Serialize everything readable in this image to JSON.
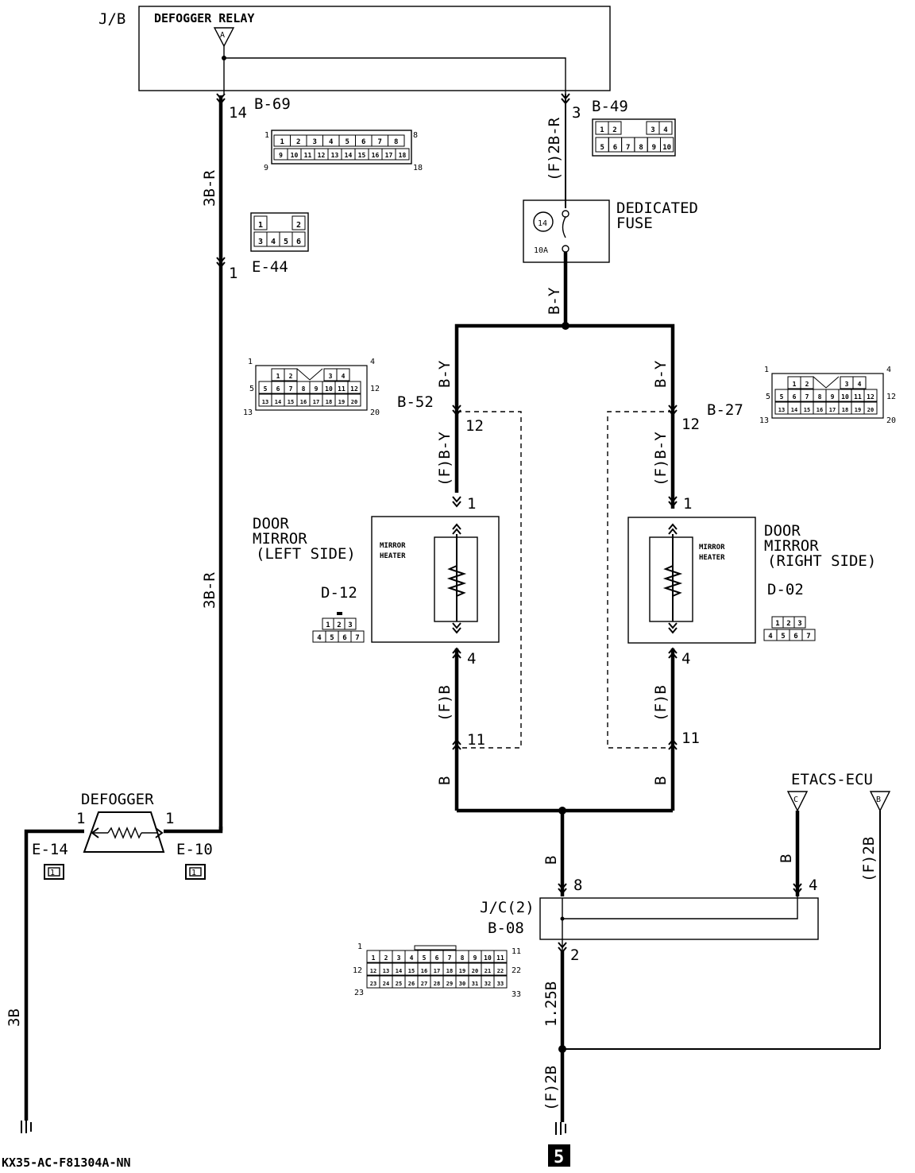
{
  "jb": {
    "label": "J/B",
    "relay": "DEFOGGER RELAY",
    "terminal": "A"
  },
  "b69": {
    "id": "B-69",
    "pin": "14",
    "pins_top": [
      "1",
      "2",
      "3",
      "4",
      "5",
      "6",
      "7",
      "8"
    ],
    "pins_bottom": [
      "9",
      "10",
      "11",
      "12",
      "13",
      "14",
      "15",
      "16",
      "17",
      "18"
    ],
    "corner": [
      "1",
      "8",
      "9",
      "18"
    ]
  },
  "b49": {
    "id": "B-49",
    "pin": "3",
    "pins_top": [
      "1",
      "2",
      "3",
      "4"
    ],
    "pins_bottom": [
      "5",
      "6",
      "7",
      "8",
      "9",
      "10"
    ]
  },
  "e44": {
    "id": "E-44",
    "pin": "1",
    "pins_top": [
      "1",
      "2"
    ],
    "pins_bottom": [
      "3",
      "4",
      "5",
      "6"
    ]
  },
  "fuse": {
    "title_line1": "DEDICATED",
    "title_line2": "FUSE",
    "number": "14",
    "rating": "10A"
  },
  "wires": {
    "w3br_a": "3B-R",
    "w3br_b": "3B-R",
    "f2br": "(F)2B-R",
    "by_main": "B-Y",
    "by_left": "B-Y",
    "by_right": "B-Y",
    "fby_left": "(F)B-Y",
    "fby_right": "(F)B-Y",
    "fb_left": "(F)B",
    "fb_right": "(F)B",
    "b_left": "B",
    "b_right": "B",
    "b_main": "B",
    "b_etacs": "B",
    "f2b_etacs": "(F)2B",
    "w125b": "1.25B",
    "f2b_ground": "(F)2B",
    "w3b": "3B"
  },
  "b52": {
    "id": "B-52",
    "pin_top": "12",
    "pin_bottom": "11"
  },
  "b27": {
    "id": "B-27",
    "pin_top": "12",
    "pin_bottom": "11"
  },
  "conn20": {
    "row1": [
      "1",
      "2",
      "3",
      "4"
    ],
    "row2": [
      "5",
      "6",
      "7",
      "8",
      "9",
      "10",
      "11",
      "12"
    ],
    "row3": [
      "13",
      "14",
      "15",
      "16",
      "17",
      "18",
      "19",
      "20"
    ],
    "corner": [
      "1",
      "4",
      "5",
      "12",
      "13",
      "20"
    ]
  },
  "mirror_left": {
    "line1": "DOOR",
    "line2": "MIRROR",
    "line3": "(LEFT SIDE)",
    "heater1": "MIRROR",
    "heater2": "HEATER",
    "id": "D-12",
    "pin_in": "1",
    "pin_out": "4"
  },
  "mirror_right": {
    "line1": "DOOR",
    "line2": "MIRROR",
    "line3": "(RIGHT SIDE)",
    "heater1": "MIRROR",
    "heater2": "HEATER",
    "id": "D-02",
    "pin_in": "1",
    "pin_out": "4"
  },
  "conn7": {
    "row1": [
      "1",
      "2",
      "3"
    ],
    "row2": [
      "4",
      "5",
      "6",
      "7"
    ]
  },
  "defogger": {
    "label": "DEFOGGER",
    "pin_left": "1",
    "pin_right": "1",
    "conn_left": "E-14",
    "conn_right": "E-10",
    "conn_pins": "1"
  },
  "etacs": {
    "label": "ETACS-ECU",
    "term_c": "C",
    "term_b": "B",
    "pin": "4"
  },
  "jc": {
    "label": "J/C(2)",
    "id": "B-08",
    "pin_in": "8",
    "pin_out": "2"
  },
  "conn33": {
    "row1": [
      "1",
      "2",
      "3",
      "4",
      "5",
      "6",
      "7",
      "8",
      "9",
      "10",
      "11"
    ],
    "row2": [
      "12",
      "13",
      "14",
      "15",
      "16",
      "17",
      "18",
      "19",
      "20",
      "21",
      "22"
    ],
    "row3": [
      "23",
      "24",
      "25",
      "26",
      "27",
      "28",
      "29",
      "30",
      "31",
      "32",
      "33"
    ],
    "corner": [
      "1",
      "11",
      "12",
      "22",
      "23",
      "33"
    ]
  },
  "footer": {
    "code": "KX35-AC-F81304A-NN",
    "page": "5"
  }
}
